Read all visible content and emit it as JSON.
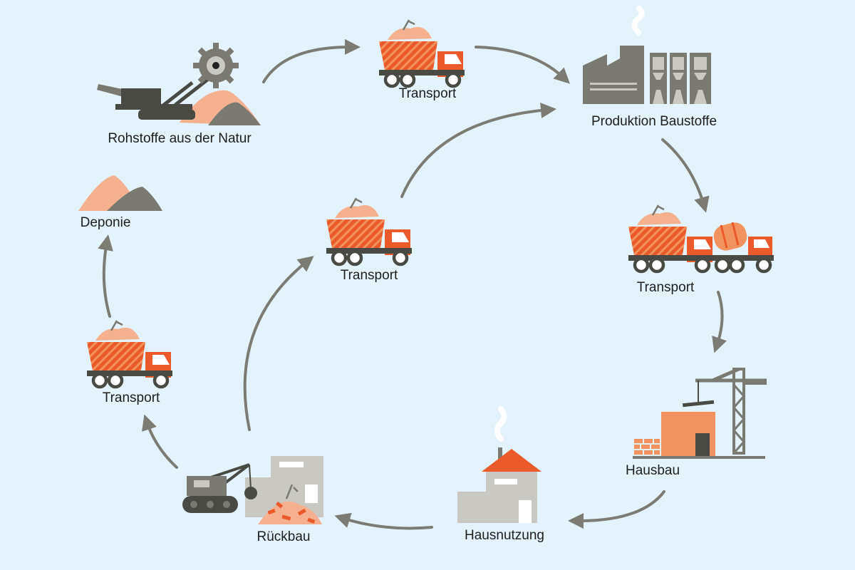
{
  "colors": {
    "background": "#e3f2fb",
    "orange": "#ea5a2a",
    "light_orange": "#f2925e",
    "sand": "#f4b08f",
    "dark_grey": "#4a4a44",
    "grey": "#7a7a72",
    "light_grey": "#c9c8c2",
    "arrow": "#7c7b74"
  },
  "nodes": {
    "rohstoffe": {
      "label": "Rohstoffe aus der Natur",
      "icon": "bucket-wheel-excavator-icon"
    },
    "transport_top": {
      "label": "Transport",
      "icon": "dump-truck-icon"
    },
    "produktion": {
      "label": "Produktion Baustoffe",
      "icon": "factory-icon"
    },
    "transport_right": {
      "label": "Transport",
      "icon": "dump-truck-and-mixer-icon"
    },
    "hausbau": {
      "label": "Hausbau",
      "icon": "construction-crane-icon"
    },
    "hausnutzung": {
      "label": "Hausnutzung",
      "icon": "house-icon"
    },
    "rueckbau": {
      "label": "Rückbau",
      "icon": "demolition-crane-icon"
    },
    "transport_left": {
      "label": "Transport",
      "icon": "dump-truck-icon"
    },
    "deponie": {
      "label": "Deponie",
      "icon": "landfill-heap-icon"
    },
    "transport_center": {
      "label": "Transport",
      "icon": "dump-truck-icon"
    }
  }
}
